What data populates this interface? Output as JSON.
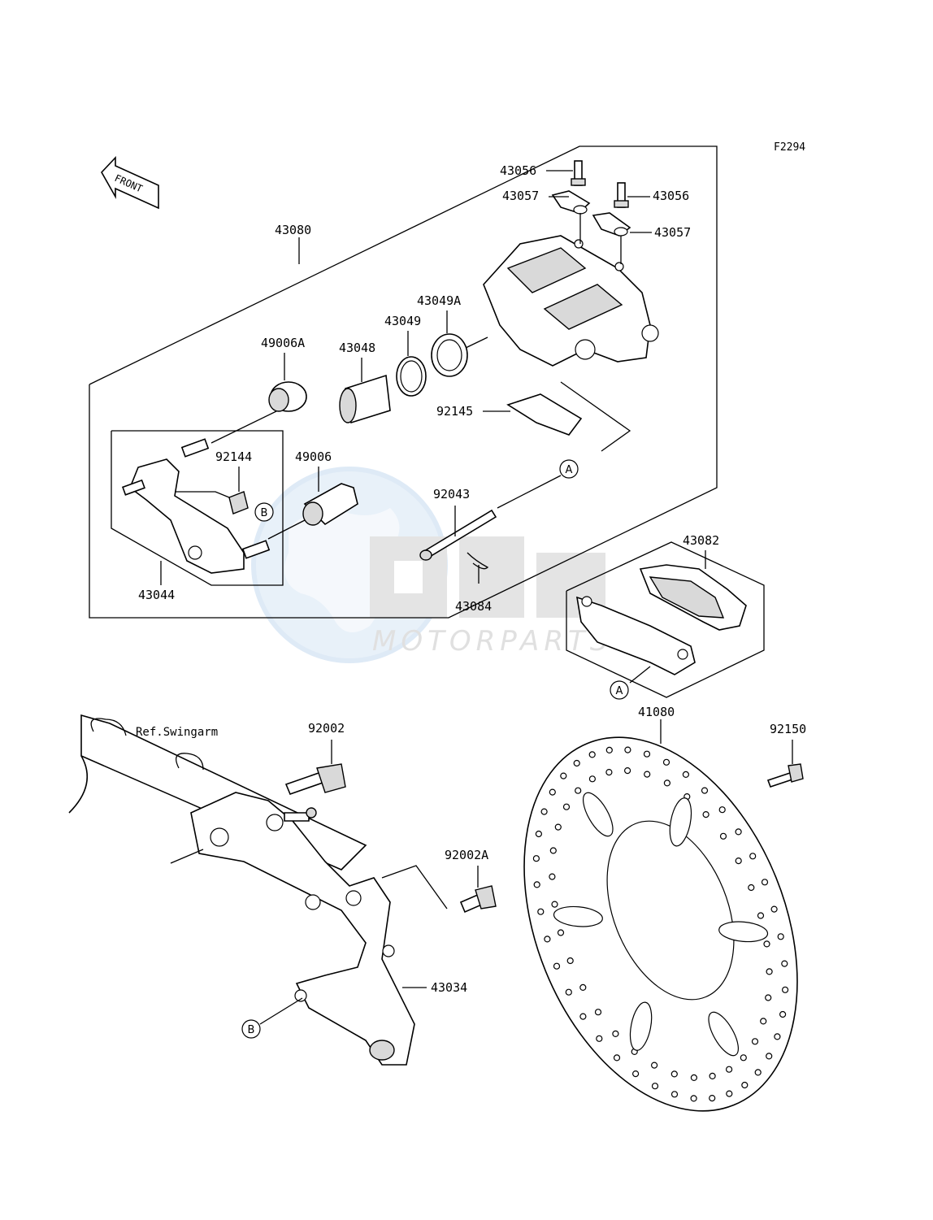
{
  "figure_code": "F2294",
  "front_label": "FRONT",
  "watermark": {
    "brand": "OEM",
    "tagline": "MOTORPARTS"
  },
  "parts": {
    "p43080": "43080",
    "p43056a": "43056",
    "p43056b": "43056",
    "p43057a": "43057",
    "p43057b": "43057",
    "p43049A": "43049A",
    "p43049": "43049",
    "p43048": "43048",
    "p49006A": "49006A",
    "p92145": "92145",
    "p92144": "92144",
    "p49006": "49006",
    "p92043": "92043",
    "p43044": "43044",
    "p43084": "43084",
    "p43082": "43082",
    "p41080": "41080",
    "p92150": "92150",
    "p92002": "92002",
    "p92002A": "92002A",
    "p43034": "43034"
  },
  "refs": {
    "swingarm": "Ref.Swingarm"
  },
  "markers": {
    "A": "A",
    "B": "B"
  }
}
